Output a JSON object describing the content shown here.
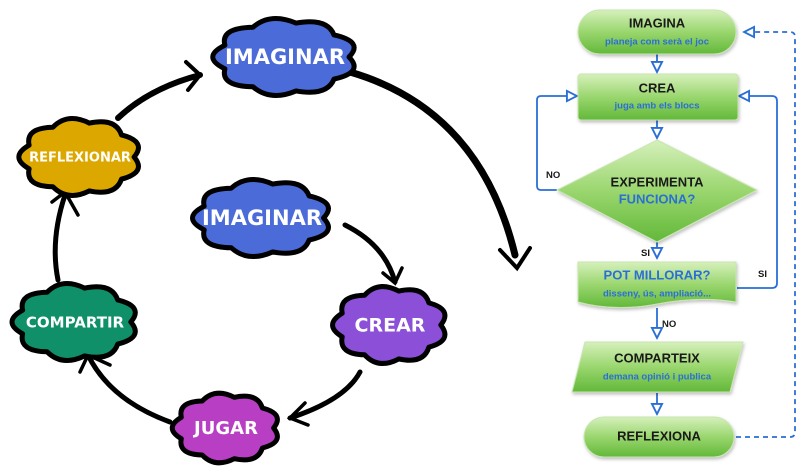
{
  "cycle": {
    "clouds": [
      {
        "id": "imaginar-top",
        "label": "IMAGINAR",
        "color": "#4a6bd8"
      },
      {
        "id": "imaginar-center",
        "label": "IMAGINAR",
        "color": "#4a6bd8"
      },
      {
        "id": "crear",
        "label": "CREAR",
        "color": "#8b4fd8"
      },
      {
        "id": "jugar",
        "label": "JUGAR",
        "color": "#b83ec4"
      },
      {
        "id": "compartir",
        "label": "COMPARTIR",
        "color": "#0f9068"
      },
      {
        "id": "reflexionar",
        "label": "REFLEXIONAR",
        "color": "#dca800"
      }
    ]
  },
  "flowchart": {
    "accent": "#2a6fd6",
    "fill_top": "#c8eaa8",
    "fill_bottom": "#6cc043",
    "nodes": {
      "imagina": {
        "title": "IMAGINA",
        "subtitle": "planeja com serà el joc"
      },
      "crea": {
        "title": "CREA",
        "subtitle": "juga amb els blocs"
      },
      "experimenta": {
        "title": "EXPERIMENTA",
        "subtitle": "FUNCIONA?"
      },
      "pot_millorar": {
        "title": "POT MILLORAR?",
        "subtitle": "disseny, ús, ampliació..."
      },
      "comparteix": {
        "title": "COMPARTEIX",
        "subtitle": "demana opinió i publica"
      },
      "reflexiona": {
        "title": "REFLEXIONA"
      }
    },
    "edge_labels": {
      "experimenta_no": "NO",
      "experimenta_si": "SI",
      "millorar_si": "SI",
      "millorar_no": "NO"
    }
  }
}
